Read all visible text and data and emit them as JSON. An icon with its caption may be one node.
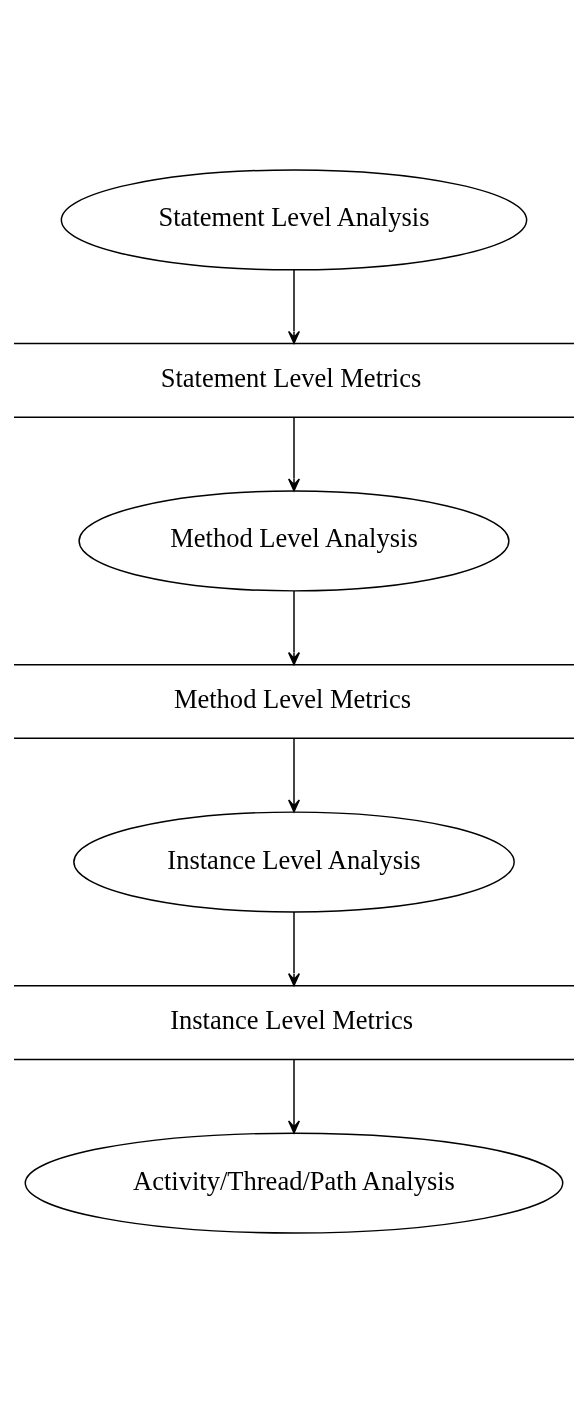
{
  "diagram": {
    "nodes": [
      {
        "text": [
          "Statement Level Analysis"
        ]
      },
      {
        "text": [
          "Statement Level Metrics"
        ]
      },
      {
        "text": [
          "Method Level Analysis"
        ]
      },
      {
        "text": [
          "Method Level Metrics"
        ]
      },
      {
        "text": [
          "Instance Level Analysis"
        ]
      },
      {
        "text": [
          "Instance Level Metrics"
        ]
      },
      {
        "text": [
          "Activity/Thread/Path Analysis"
        ]
      }
    ],
    "edges": [
      {
        "from": 0,
        "to": 1,
        "arrow": "to"
      },
      {
        "from": 1,
        "to": 2,
        "arrow": "to"
      },
      {
        "from": 2,
        "to": 3,
        "arrow": "to"
      },
      {
        "from": 3,
        "to": 4,
        "arrow": "to"
      },
      {
        "from": 4,
        "to": 5,
        "arrow": "to"
      },
      {
        "from": 5,
        "to": 6,
        "arrow": "to"
      }
    ]
  }
}
